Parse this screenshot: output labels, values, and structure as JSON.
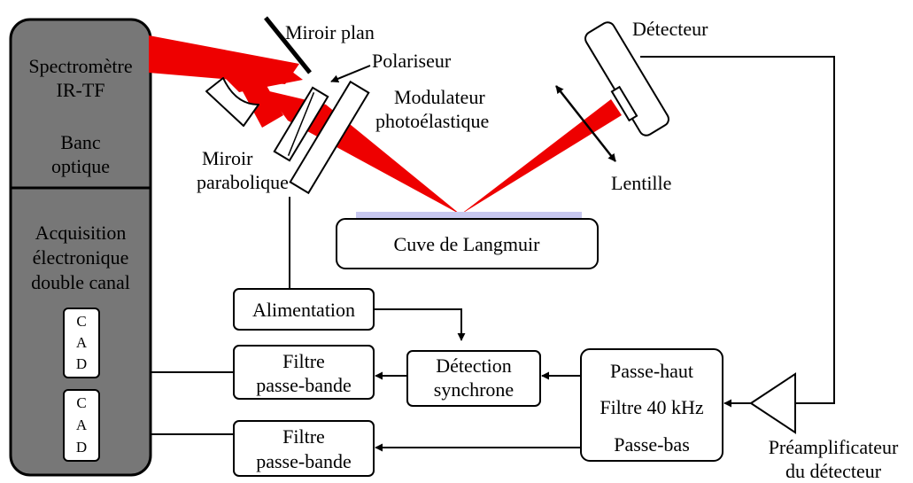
{
  "diagram": {
    "labels": {
      "spectrometre": "Spectromètre",
      "irtf": "IR-TF",
      "banc": "Banc",
      "optique": "optique",
      "acquisition": "Acquisition",
      "electronique": "électronique",
      "double_canal": "double canal",
      "miroir_plan": "Miroir plan",
      "polariseur": "Polariseur",
      "modulateur": "Modulateur",
      "photoelastique": "photoélastique",
      "miroir": "Miroir",
      "parabolique": "parabolique",
      "detecteur": "Détecteur",
      "lentille": "Lentille",
      "cuve": "Cuve de Langmuir",
      "alimentation": "Alimentation",
      "detection": "Détection",
      "synchrone": "synchrone",
      "filtre": "Filtre",
      "passe_bande": "passe-bande",
      "passe_haut": "Passe-haut",
      "filtre_40": "Filtre 40 kHz",
      "passe_bas": "Passe-bas",
      "preampli": "Préamplificateur",
      "du_detecteur": "du détecteur",
      "cad_c": "C",
      "cad_a": "A",
      "cad_d": "D"
    },
    "colors": {
      "beam": "#ee0000",
      "panel": "#777777",
      "water": "#c8c8f0"
    }
  }
}
